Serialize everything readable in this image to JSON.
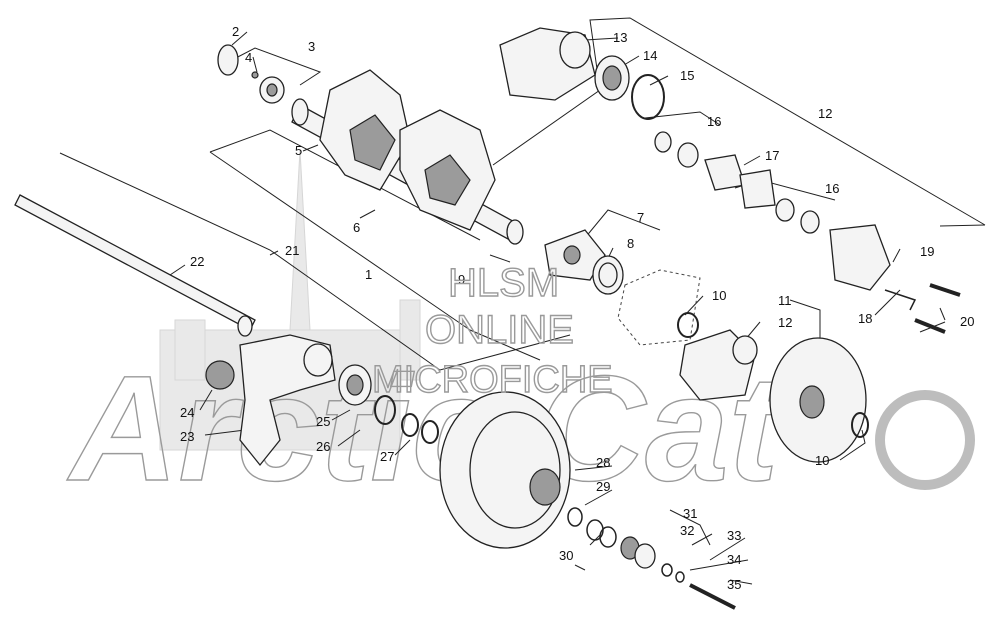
{
  "watermark": {
    "brand": "Arctic Cat",
    "line1": "HLSM",
    "line2": "ONLINE",
    "line3": "MICROFICHE"
  },
  "callouts": [
    {
      "id": "c1",
      "text": "1"
    },
    {
      "id": "c2",
      "text": "2"
    },
    {
      "id": "c3",
      "text": "3"
    },
    {
      "id": "c4",
      "text": "4"
    },
    {
      "id": "c5",
      "text": "5"
    },
    {
      "id": "c6",
      "text": "6"
    },
    {
      "id": "c7",
      "text": "7"
    },
    {
      "id": "c8",
      "text": "8"
    },
    {
      "id": "c9",
      "text": "9"
    },
    {
      "id": "c10a",
      "text": "10"
    },
    {
      "id": "c10b",
      "text": "10"
    },
    {
      "id": "c11",
      "text": "11"
    },
    {
      "id": "c12a",
      "text": "12"
    },
    {
      "id": "c12b",
      "text": "12"
    },
    {
      "id": "c13",
      "text": "13"
    },
    {
      "id": "c14",
      "text": "14"
    },
    {
      "id": "c15",
      "text": "15"
    },
    {
      "id": "c16a",
      "text": "16"
    },
    {
      "id": "c16b",
      "text": "16"
    },
    {
      "id": "c17",
      "text": "17"
    },
    {
      "id": "c18",
      "text": "18"
    },
    {
      "id": "c19",
      "text": "19"
    },
    {
      "id": "c20",
      "text": "20"
    },
    {
      "id": "c21",
      "text": "21"
    },
    {
      "id": "c22",
      "text": "22"
    },
    {
      "id": "c23",
      "text": "23"
    },
    {
      "id": "c24",
      "text": "24"
    },
    {
      "id": "c25",
      "text": "25"
    },
    {
      "id": "c26",
      "text": "26"
    },
    {
      "id": "c27",
      "text": "27"
    },
    {
      "id": "c28",
      "text": "28"
    },
    {
      "id": "c29",
      "text": "29"
    },
    {
      "id": "c30",
      "text": "30"
    },
    {
      "id": "c31",
      "text": "31"
    },
    {
      "id": "c32",
      "text": "32"
    },
    {
      "id": "c33",
      "text": "33"
    },
    {
      "id": "c34",
      "text": "34"
    },
    {
      "id": "c35",
      "text": "35"
    }
  ]
}
